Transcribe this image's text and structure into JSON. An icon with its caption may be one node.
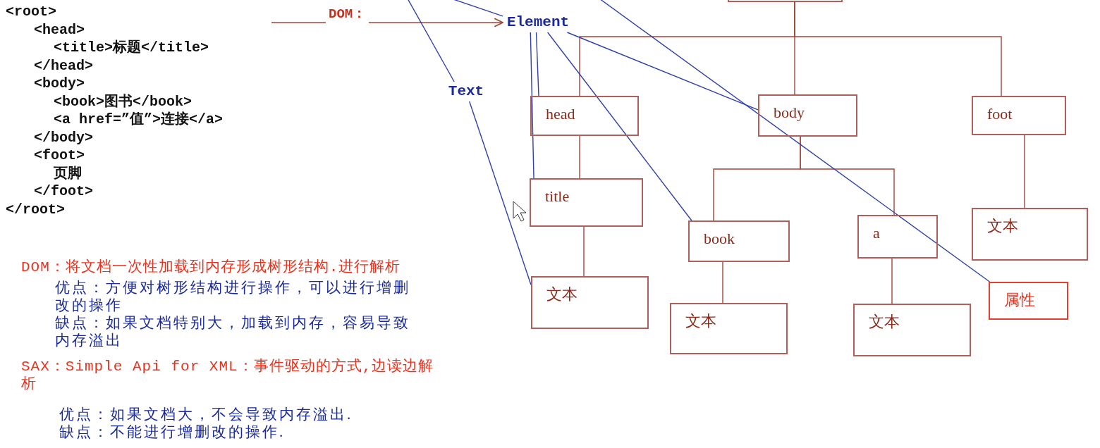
{
  "diagram": {
    "nodes": [
      {
        "text": [
          "Element"
        ]
      },
      {
        "text": [
          "Text"
        ]
      },
      {
        "text": [],
        "shape": "box"
      },
      {
        "text": [
          "head"
        ]
      },
      {
        "text": [
          "body"
        ]
      },
      {
        "text": [
          "foot"
        ]
      },
      {
        "text": [
          "title"
        ]
      },
      {
        "text": [
          "文本"
        ]
      },
      {
        "text": [
          "book"
        ]
      },
      {
        "text": [
          "a"
        ]
      },
      {
        "text": [
          "文本"
        ]
      },
      {
        "text": [
          "文本"
        ]
      },
      {
        "text": [
          "文本"
        ]
      },
      {
        "text": [
          "属性"
        ]
      }
    ],
    "edges": [
      {
        "from": null,
        "to": 0,
        "arrow": "to",
        "label": "DOM："
      },
      {
        "from": 2,
        "to": 3,
        "arrow": "none"
      },
      {
        "from": 2,
        "to": 4,
        "arrow": "none"
      },
      {
        "from": 2,
        "to": 5,
        "arrow": "none"
      },
      {
        "from": 3,
        "to": 6,
        "arrow": "none"
      },
      {
        "from": 6,
        "to": 7,
        "arrow": "none"
      },
      {
        "from": 4,
        "to": 8,
        "arrow": "none"
      },
      {
        "from": 4,
        "to": 9,
        "arrow": "none"
      },
      {
        "from": 8,
        "to": 11,
        "arrow": "none"
      },
      {
        "from": 9,
        "to": 12,
        "arrow": "none"
      },
      {
        "from": 5,
        "to": 10,
        "arrow": "none"
      },
      {
        "from": null,
        "to": 1,
        "arrow": "none",
        "color": "#3040a8"
      },
      {
        "from": null,
        "to": 0,
        "arrow": "none",
        "color": "#3040a8"
      },
      {
        "from": 1,
        "to": 7,
        "arrow": "none",
        "color": "#3040a8"
      },
      {
        "from": 0,
        "to": 3,
        "arrow": "none",
        "color": "#3040a8"
      },
      {
        "from": 0,
        "to": 6,
        "arrow": "none",
        "color": "#3040a8"
      },
      {
        "from": 0,
        "to": 8,
        "arrow": "none",
        "color": "#3040a8"
      },
      {
        "from": 0,
        "to": 4,
        "arrow": "none",
        "color": "#3040a8"
      },
      {
        "from": null,
        "to": 13,
        "arrow": "none",
        "color": "#3040a8"
      }
    ],
    "labels": [
      "<root>",
      "<head>",
      "<title>标题</title>",
      "</head>",
      "<body>",
      "<book>图书</book>",
      "<a href=”值”>连接</a>",
      "</body>",
      "<foot>",
      "页脚",
      "</foot>",
      "</root>",
      "DOM：将文档一次性加载到内存形成树形结构.进行解析",
      "优点：方便对树形结构进行操作，可以进行增删改的操作",
      "缺点：如果文档特别大，加载到内存，容易导致内存溢出",
      "SAX：Simple Api for XML：事件驱动的方式,边读边解析",
      "优点：如果文档大，不会导致内存溢出.",
      "缺点：不能进行增删改的操作."
    ]
  }
}
